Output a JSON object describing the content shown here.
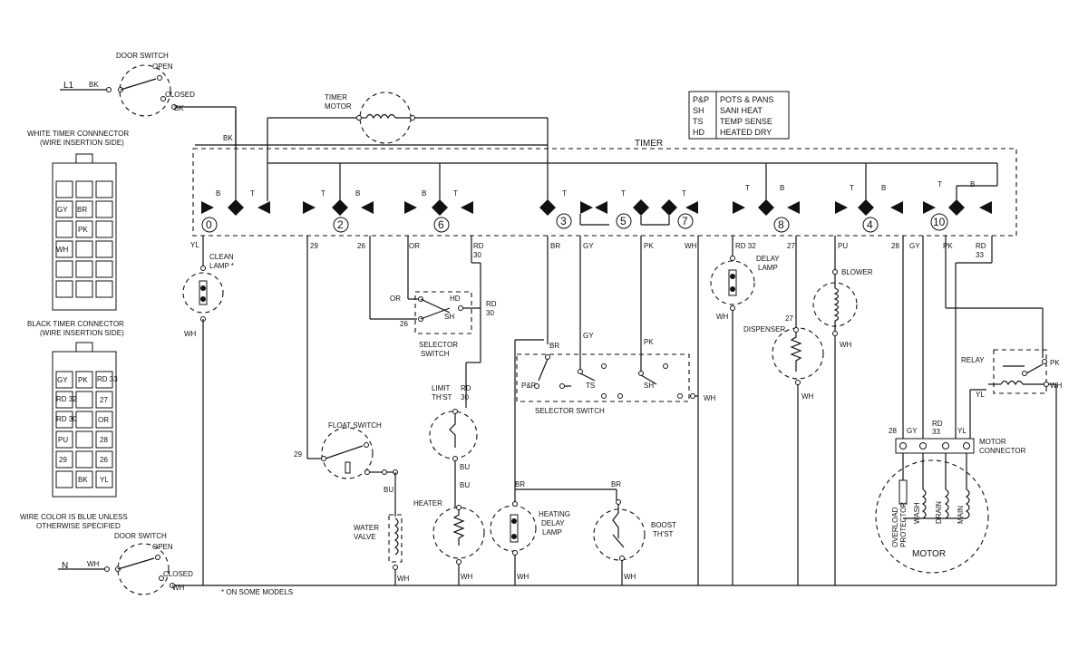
{
  "colors": {
    "ink": "#111111",
    "paper": "#ffffff"
  },
  "legend": [
    {
      "abbr": "P&P",
      "text": "POTS & PANS"
    },
    {
      "abbr": "SH",
      "text": "SANI HEAT"
    },
    {
      "abbr": "TS",
      "text": "TEMP SENSE"
    },
    {
      "abbr": "HD",
      "text": "HEATED DRY"
    }
  ],
  "timer": {
    "title": "TIMER",
    "cams": [
      "0",
      "2",
      "6",
      "3",
      "5",
      "7",
      "8",
      "4",
      "10"
    ],
    "contact_letters": {
      "b": "B",
      "t": "T"
    }
  },
  "supply": {
    "l1": "L1",
    "n": "N"
  },
  "door_switch": {
    "title_top": "DOOR SWITCH",
    "open": "OPEN",
    "closed": "CLOSED"
  },
  "timer_motor": {
    "line1": "TIMER",
    "line2": "MOTOR"
  },
  "white_connector": {
    "line1": "WHITE TIMER CONNNECTOR",
    "line2": "(WIRE INSERTION SIDE)",
    "cells": [
      "GY",
      "BR",
      "PK",
      "WH"
    ]
  },
  "black_connector": {
    "line1": "BLACK TIMER CONNECTOR",
    "line2": "(WIRE INSERTION SIDE)",
    "cells": [
      "GY",
      "PK",
      "RD 33",
      "RD 32",
      "27",
      "RD 30",
      "OR",
      "PU",
      "28",
      "29",
      "26",
      "BK",
      "YL"
    ]
  },
  "note": {
    "line1": "WIRE COLOR IS BLUE UNLESS",
    "line2": "OTHERWISE SPECIFIED"
  },
  "footnote": "* ON SOME MODELS",
  "wire_colors": {
    "bk": "BK",
    "wh": "WH",
    "yl": "YL",
    "or": "OR",
    "rd": "RD",
    "br": "BR",
    "gy": "GY",
    "pk": "PK",
    "pu": "PU",
    "bu": "BU",
    "n29": "29",
    "n26": "26",
    "n27": "27",
    "n28": "28",
    "n30": "30",
    "n33": "33",
    "rd32": "RD 32",
    "hd": "HD",
    "sh": "SH",
    "ts": "TS",
    "pp": "P&P"
  },
  "components": {
    "clean_lamp": {
      "line1": "CLEAN",
      "line2": "LAMP *"
    },
    "selector_switch_small": {
      "line1": "SELECTOR",
      "line2": "SWITCH"
    },
    "selector_switch_big": "SELECTOR SWITCH",
    "float_switch": "FLOAT SWITCH",
    "limit_thst": {
      "line1": "LIMIT",
      "line2": "TH'ST"
    },
    "heater": "HEATER",
    "water_valve": {
      "line1": "WATER",
      "line2": "VALVE"
    },
    "heating_delay_lamp": {
      "line1": "HEATING",
      "line2": "DELAY",
      "line3": "LAMP"
    },
    "boost_thst": {
      "line1": "BOOST",
      "line2": "TH'ST"
    },
    "delay_lamp": {
      "line1": "DELAY",
      "line2": "LAMP"
    },
    "dispenser": "DISPENSER",
    "blower": "BLOWER",
    "relay": "RELAY",
    "motor_connector": {
      "line1": "MOTOR",
      "line2": "CONNECTOR"
    },
    "motor": "MOTOR",
    "overload": {
      "line1": "OVERLOAD",
      "line2": "PROTECTOR"
    },
    "wash": "WASH",
    "drain": "DRAIN",
    "main": "MAIN"
  }
}
